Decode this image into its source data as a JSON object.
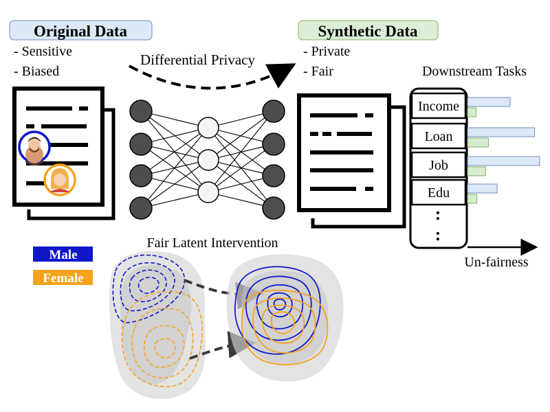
{
  "original": {
    "title": "Original Data",
    "bullets": [
      "- Sensitive",
      "- Biased"
    ],
    "title_bg": "#dce8f6"
  },
  "synthetic": {
    "title": "Synthetic Data",
    "bullets": [
      "- Private",
      "- Fair"
    ],
    "title_bg": "#dcedd8"
  },
  "arrow_label": "Differential Privacy",
  "downstream": {
    "title": "Downstream Tasks",
    "tasks": [
      {
        "label": "Income",
        "unfairness_original": 0.59,
        "unfairness_synthetic": 0.12
      },
      {
        "label": "Loan",
        "unfairness_original": 0.93,
        "unfairness_synthetic": 0.29
      },
      {
        "label": "Job",
        "unfairness_original": 1.0,
        "unfairness_synthetic": 0.25
      },
      {
        "label": "Edu",
        "unfairness_original": 0.41,
        "unfairness_synthetic": 0.13
      }
    ],
    "ellipsis": ":",
    "axis_label": "Un-fairness",
    "bar_colors": {
      "original": "#dce8f6",
      "synthetic": "#d6ebcf"
    },
    "bar_stroke": {
      "original": "#6c8ebf",
      "synthetic": "#82b366"
    }
  },
  "latent": {
    "title": "Fair Latent Intervention",
    "legend": [
      {
        "label": "Male",
        "color": "#0f17c9"
      },
      {
        "label": "Female",
        "color": "#f5a21c"
      }
    ]
  },
  "network": {
    "layers": [
      4,
      3,
      4
    ],
    "colors": {
      "outer": "#4d4d4d",
      "hidden": "#f5f5f5"
    }
  }
}
